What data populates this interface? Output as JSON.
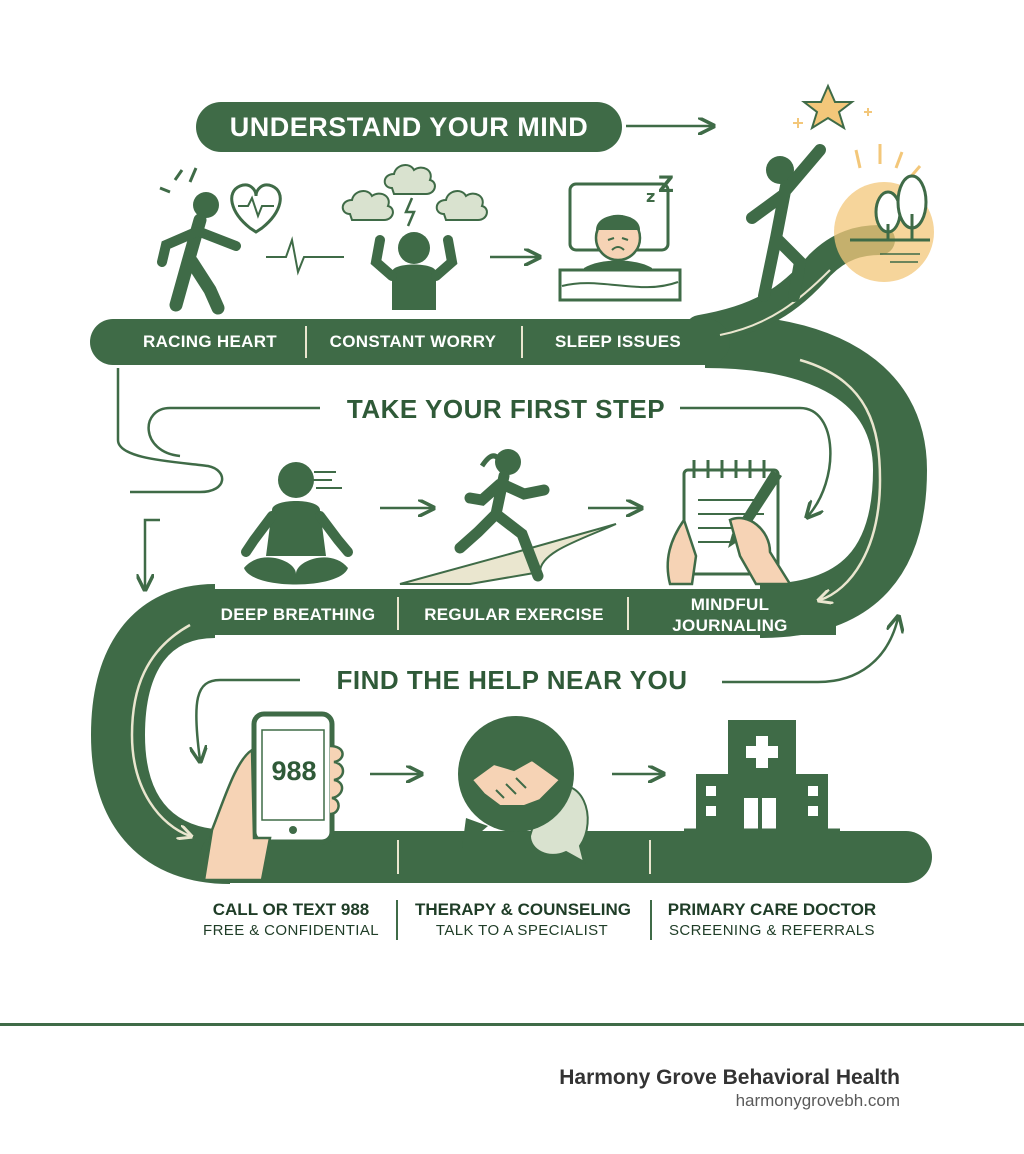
{
  "section1": {
    "title": "UNDERSTAND YOUR MIND",
    "items": [
      "RACING HEART",
      "CONSTANT WORRY",
      "SLEEP ISSUES"
    ]
  },
  "section2": {
    "title": "TAKE YOUR FIRST STEP",
    "items": [
      "DEEP BREATHING",
      "REGULAR EXERCISE",
      "MINDFUL JOURNALING"
    ]
  },
  "section3": {
    "title": "FIND THE HELP NEAR YOU",
    "phone_number": "988",
    "resources": [
      {
        "title": "CALL OR TEXT 988",
        "subtitle": "FREE & CONFIDENTIAL"
      },
      {
        "title": "THERAPY & COUNSELING",
        "subtitle": "TALK TO A SPECIALIST"
      },
      {
        "title": "PRIMARY CARE DOCTOR",
        "subtitle": "SCREENING & REFERRALS"
      }
    ]
  },
  "footer": {
    "brand": "Harmony Grove Behavioral Health",
    "url": "harmonygrovebh.com"
  },
  "colors": {
    "primary_green": "#3f6b47",
    "dark_green": "#2f5a38",
    "sun": "#f3c77a",
    "skin": "#f6d3b5",
    "pale_green": "#d9e2cf",
    "cream": "#eae6cf"
  }
}
